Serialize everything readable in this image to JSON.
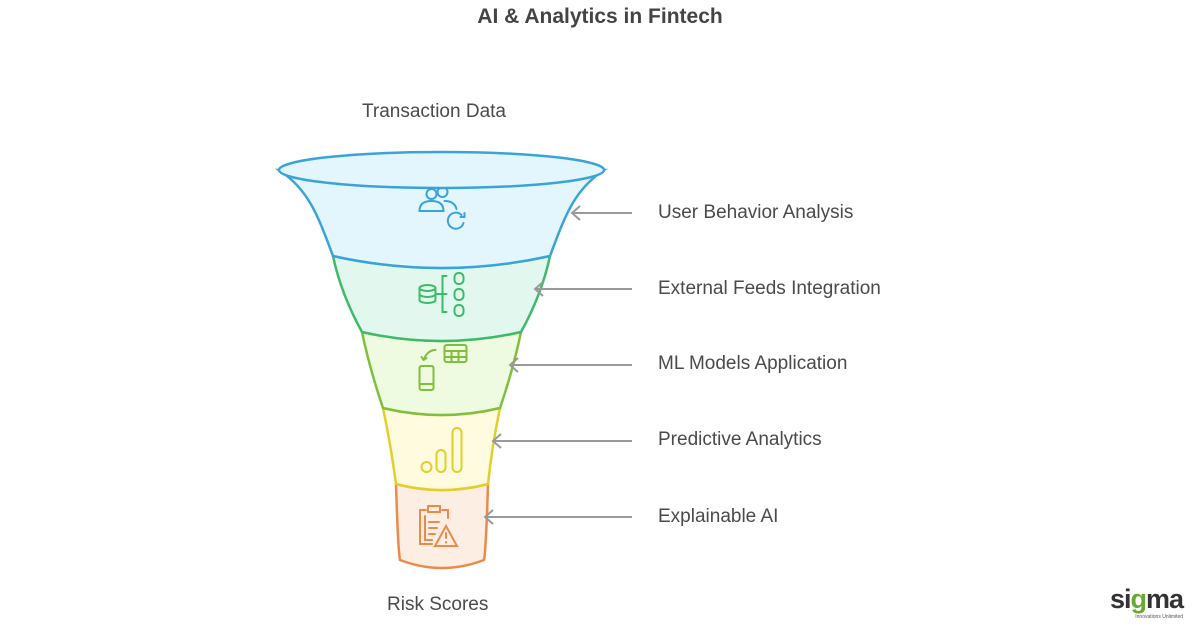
{
  "title": "AI & Analytics in Fintech",
  "top_label": "Transaction Data",
  "bottom_label": "Risk Scores",
  "stages": [
    {
      "label": "User Behavior Analysis",
      "icon": "users-refresh-icon",
      "color": "#3aa4d8",
      "fill": "#e3f6fd"
    },
    {
      "label": "External Feeds Integration",
      "icon": "database-tree-icon",
      "color": "#3dbb6a",
      "fill": "#e2f8ee"
    },
    {
      "label": "ML Models Application",
      "icon": "device-table-sync-icon",
      "color": "#80bf3c",
      "fill": "#effbe0"
    },
    {
      "label": "Predictive Analytics",
      "icon": "bar-chart-icon",
      "color": "#e3cf2a",
      "fill": "#fefbdf"
    },
    {
      "label": "Explainable AI",
      "icon": "clipboard-warning-icon",
      "color": "#ec8a4a",
      "fill": "#fdeee3"
    }
  ],
  "logo": {
    "text_a": "si",
    "text_g": "g",
    "text_b": "ma",
    "tagline": "Innovations Unlimited"
  }
}
